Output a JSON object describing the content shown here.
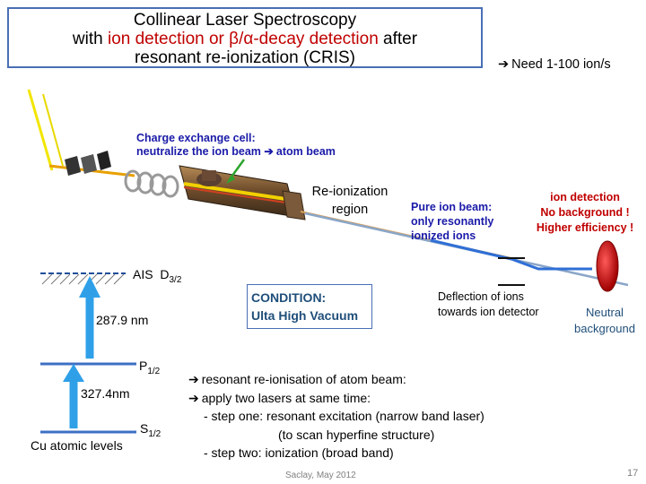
{
  "title": {
    "line1": "Collinear Laser Spectroscopy",
    "line2_pre": "with ",
    "line2_red": "ion detection or β/α-decay detection",
    "line2_post": " after",
    "line3": "resonant re-ionization (CRIS)"
  },
  "need": "Need 1-100 ion/s",
  "charge_exchange": {
    "line1": "Charge exchange cell:",
    "line2": "neutralize the ion beam",
    "line2_after": "atom beam"
  },
  "reionization": {
    "line1": "Re-ionization",
    "line2": "region"
  },
  "pure_beam": {
    "line1": "Pure ion beam:",
    "line2": "only resonantly",
    "line3": "ionized ions"
  },
  "ion_detection": {
    "line1": "ion detection",
    "line2": "No background !",
    "line3": "Higher efficiency !"
  },
  "deflection": {
    "line1": "Deflection of ions",
    "line2": "towards ion detector"
  },
  "neutral": {
    "line1": "Neutral",
    "line2": "background"
  },
  "condition": {
    "line1": "CONDITION:",
    "line2": "Ulta High Vacuum"
  },
  "levels": {
    "ais": "AIS",
    "d_label": "D",
    "d_sub": "3/2",
    "p_label": "P",
    "p_sub": "1/2",
    "s_label": "S",
    "s_sub": "1/2",
    "wl1": "287.9 nm",
    "wl2": "327.4nm",
    "caption": "Cu atomic levels"
  },
  "bullets": {
    "b1": "resonant re-ionisation of atom beam:",
    "b2": "apply two lasers at same time:",
    "b3": "- step one: resonant excitation (narrow band laser)",
    "b4": "(to scan hyperfine structure)",
    "b5": "- step two: ionization (broad band)"
  },
  "footer": "Saclay, May 2012",
  "page_number": "17",
  "colors": {
    "accent_red": "#c00000",
    "box_blue": "#4a6fb5",
    "level_blue": "#3d6fc4",
    "beam_blue": "#2f6fd6"
  }
}
